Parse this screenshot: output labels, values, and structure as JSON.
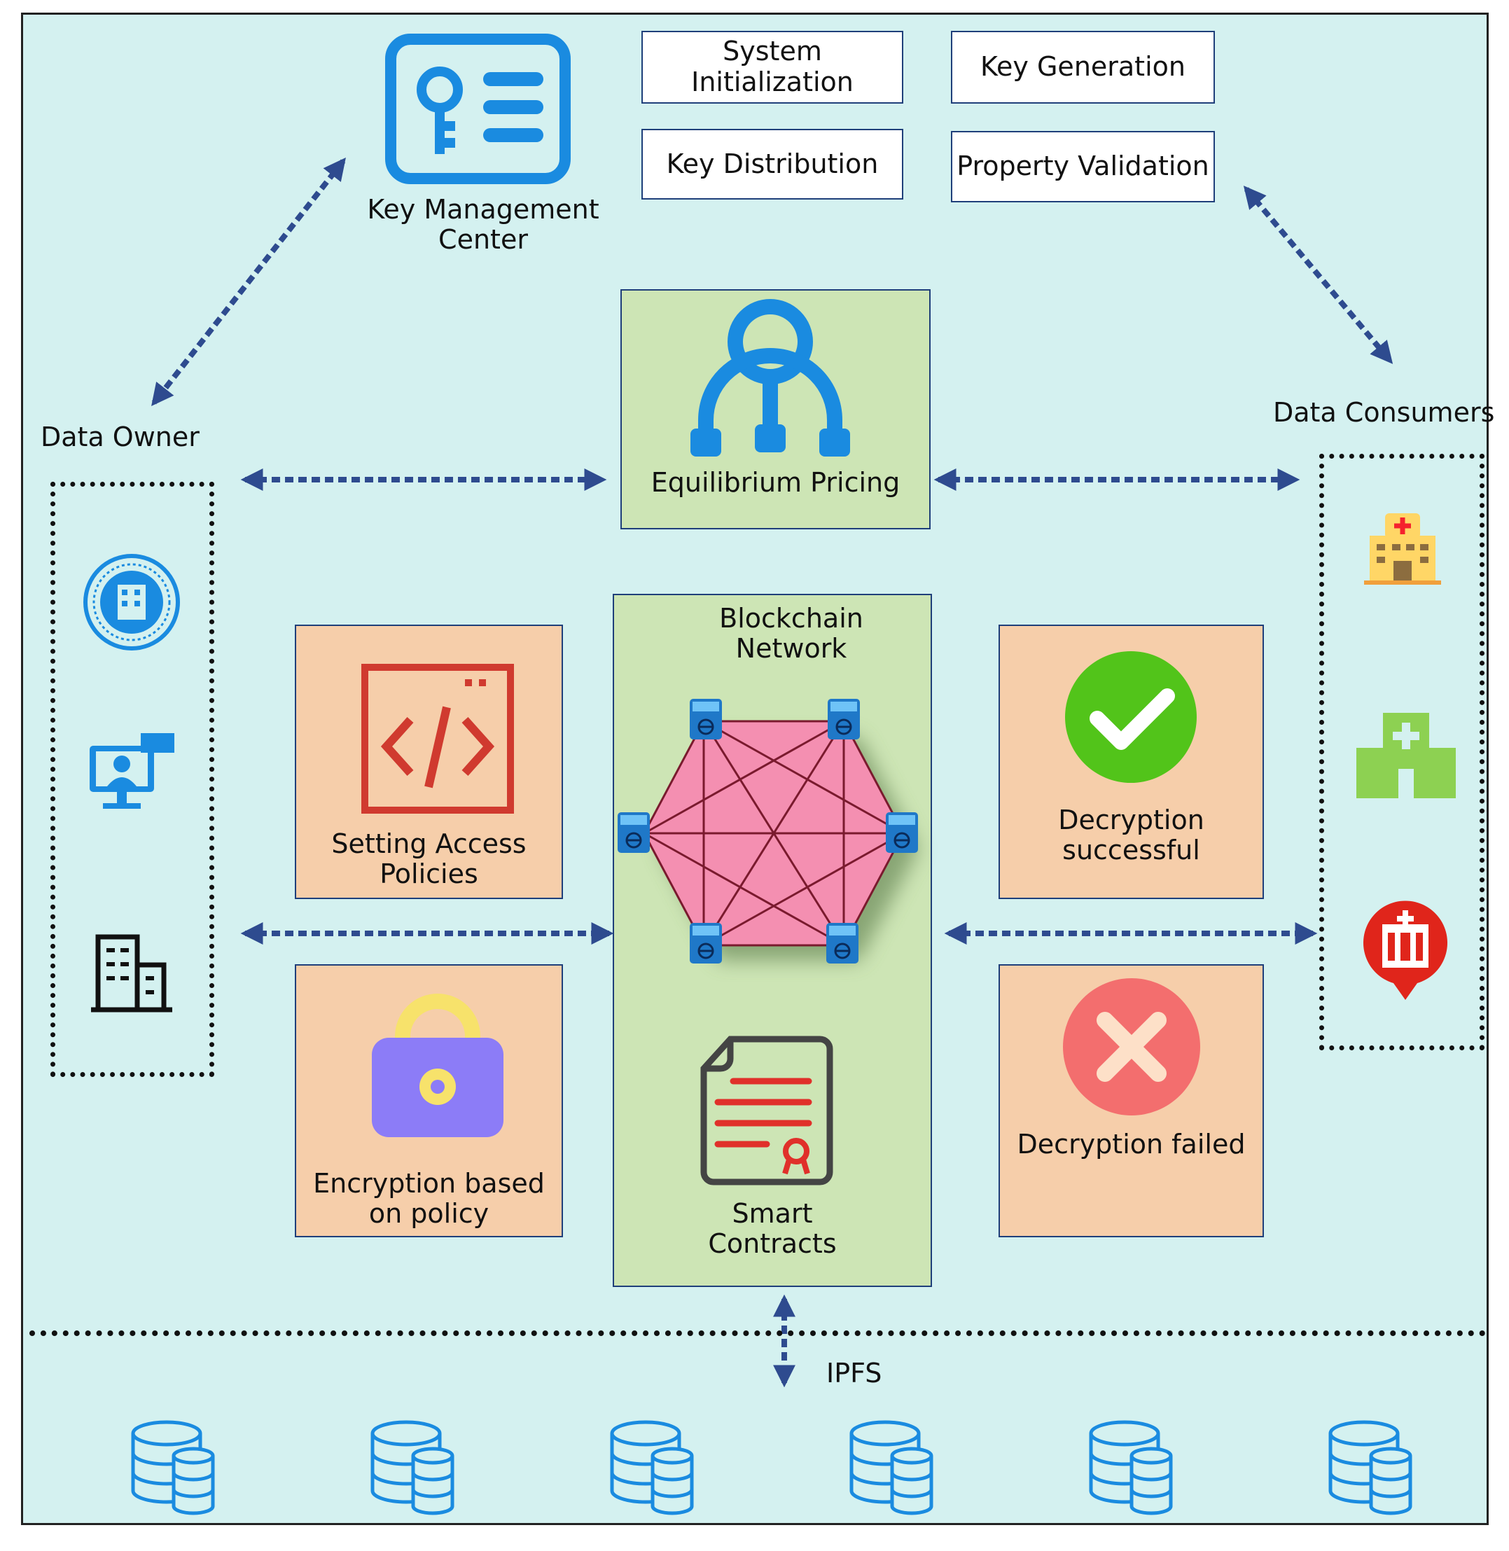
{
  "key_management": {
    "title": "Key Management Center",
    "functions": [
      "System Initialization",
      "Key Generation",
      "Key Distribution",
      "Property Validation"
    ]
  },
  "data_owner": {
    "title": "Data Owner"
  },
  "data_consumers": {
    "title": "Data Consumers"
  },
  "pricing": {
    "label": "Equilibrium Pricing"
  },
  "owner_steps": {
    "access": "Setting Access Policies",
    "encryption": "Encryption based on policy"
  },
  "blockchain": {
    "title": "Blockchain Network",
    "contracts": "Smart Contracts"
  },
  "outcomes": {
    "success": "Decryption successful",
    "failure": "Decryption failed"
  },
  "storage": {
    "label": "IPFS"
  },
  "colors": {
    "background": "#d4f1f0",
    "arrow": "#2e4b8f",
    "icon_blue": "#1a8be0",
    "pricing_card": "#cde5b5",
    "step_card": "#f6ceaa",
    "success": "#52c41a",
    "failure": "#f36e6e",
    "hexagon": "#f48fb1"
  }
}
